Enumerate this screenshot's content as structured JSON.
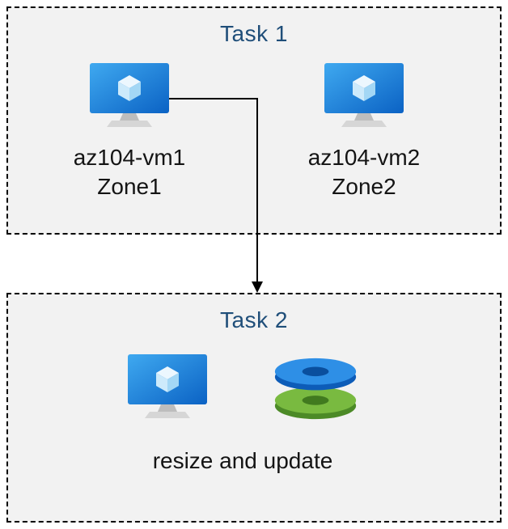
{
  "diagram": {
    "task1": {
      "title": "Task 1",
      "vms": [
        {
          "label": "az104-vm1",
          "zone": "Zone1"
        },
        {
          "label": "az104-vm2",
          "zone": "Zone2"
        }
      ]
    },
    "task2": {
      "title": "Task 2",
      "caption": "resize and update"
    },
    "connector": {
      "from": "az104-vm1",
      "to": "Task 2",
      "style": "elbow-arrow-down"
    }
  },
  "icons": {
    "vm": "azure-virtual-machine-icon",
    "disks": "stacked-disks-icon"
  },
  "colors": {
    "title_blue": "#1F4E79",
    "box_background": "#F2F2F2",
    "border_black": "#000000",
    "monitor_blue_light": "#3FA9F0",
    "monitor_blue_dark": "#0B62C4",
    "disk_blue": "#2E8FE6",
    "disk_green": "#79BA40"
  }
}
